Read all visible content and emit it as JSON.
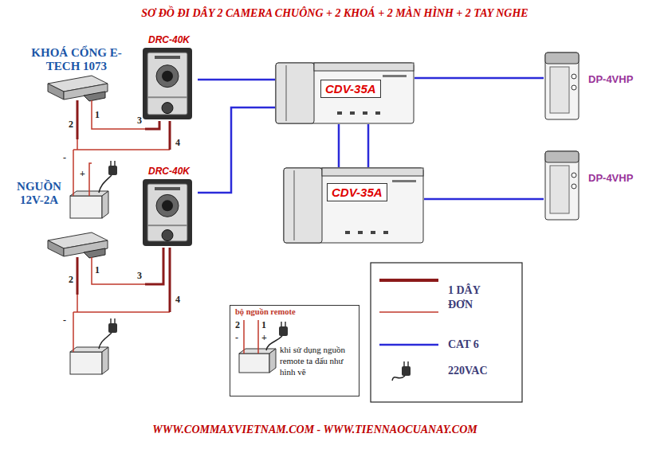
{
  "diagram": {
    "title": "SƠ ĐỒ ĐI DÂY 2 CAMERA CHUÔNG + 2 KHOÁ + 2 MÀN HÌNH + 2 TAY NGHE",
    "caption": "WWW.COMMAXVIETNAM.COM - WWW.TIENNAOCUANAY.COM",
    "nodes": [
      {
        "text": [
          "DRC-40K"
        ]
      },
      {
        "text": [
          "DRC-40K"
        ]
      },
      {
        "text": [
          "CDV-35A"
        ]
      },
      {
        "text": [
          "CDV-35A"
        ]
      },
      {
        "text": [
          "DP-4VHP"
        ]
      },
      {
        "text": [
          "DP-4VHP"
        ]
      },
      {
        "text": [
          "bộ nguồn remote",
          "khi sử dụng nguồn remote ta đấu như hình vẽ"
        ]
      }
    ],
    "edges": [
      {
        "from": 0,
        "to": 2,
        "arrow": "none"
      },
      {
        "from": 1,
        "to": 2,
        "arrow": "none"
      },
      {
        "from": 2,
        "to": 3,
        "arrow": "none"
      },
      {
        "from": 2,
        "to": 3,
        "arrow": "none"
      },
      {
        "from": 2,
        "to": 4,
        "arrow": "none"
      },
      {
        "from": 3,
        "to": 5,
        "arrow": "none"
      }
    ],
    "labels": [
      "KHOÁ CỔNG E-TECH 1073",
      "NGUỒN 12V-2A",
      "2",
      "1",
      "3",
      "4",
      "-",
      "+",
      "2",
      "1",
      "3",
      "4",
      "-",
      "2",
      "1",
      "-",
      "+"
    ],
    "legend": [
      {
        "text": "1 DÂY ĐƠN"
      },
      {
        "text": "CAT 6"
      },
      {
        "text": "220VAC"
      }
    ]
  }
}
